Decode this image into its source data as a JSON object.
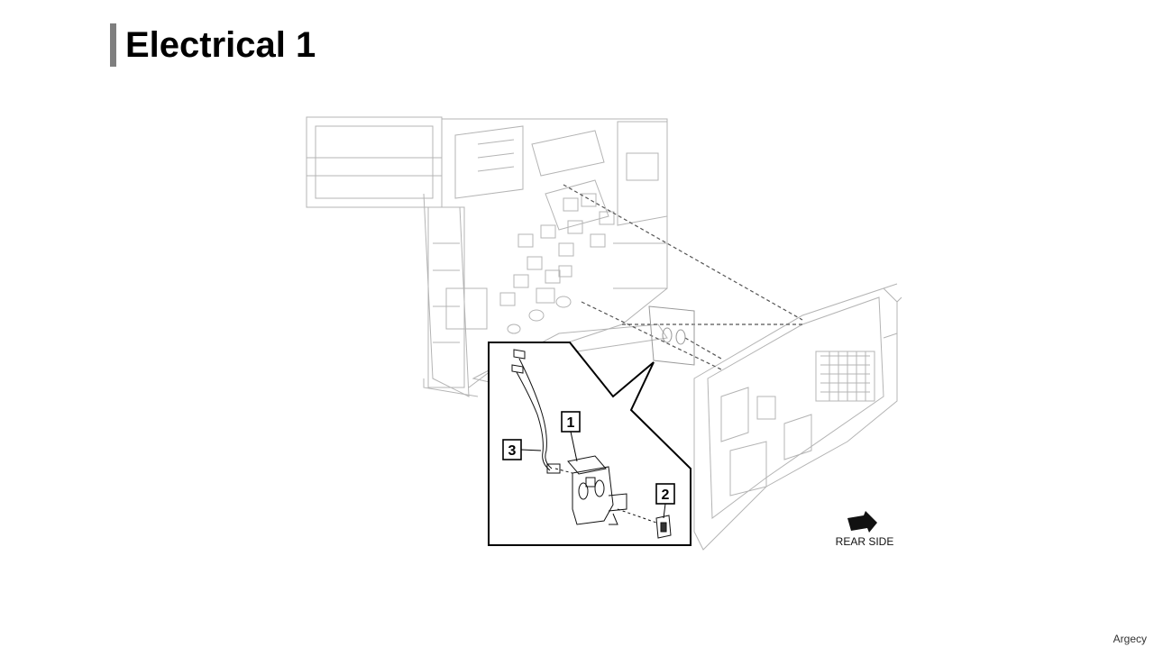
{
  "page": {
    "title": "Electrical 1",
    "footer": "Argecy"
  },
  "diagram": {
    "callouts": [
      {
        "label": "1"
      },
      {
        "label": "2"
      },
      {
        "label": "3"
      }
    ],
    "rear_side_label": "REAR SIDE",
    "icons": {
      "direction": "rear-arrow-icon"
    }
  },
  "colors": {
    "title_bar": "#7f7f7f",
    "line_art": "#9a9a9a",
    "detail_line": "#000000"
  }
}
